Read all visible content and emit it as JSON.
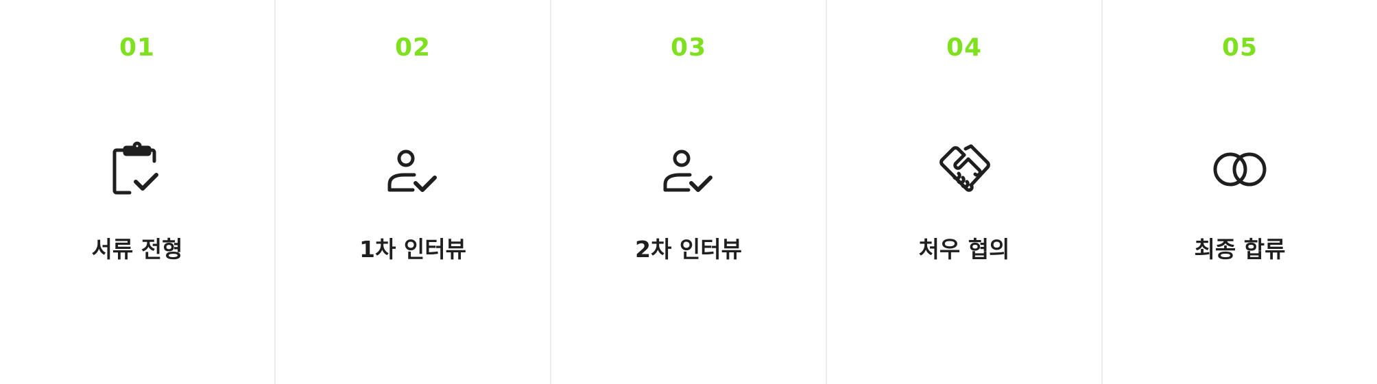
{
  "steps": [
    {
      "number": "01",
      "label": "서류 전형",
      "icon": "clipboard-check-icon"
    },
    {
      "number": "02",
      "label": "1차 인터뷰",
      "icon": "user-check-icon"
    },
    {
      "number": "03",
      "label": "2차 인터뷰",
      "icon": "user-check-icon"
    },
    {
      "number": "04",
      "label": "처우 협의",
      "icon": "handshake-icon"
    },
    {
      "number": "05",
      "label": "최종 합류",
      "icon": "rings-icon"
    }
  ],
  "colors": {
    "accent": "#7fe01f",
    "text": "#1f1f1f",
    "icon": "#1f1f1f",
    "divider": "#ececec"
  }
}
